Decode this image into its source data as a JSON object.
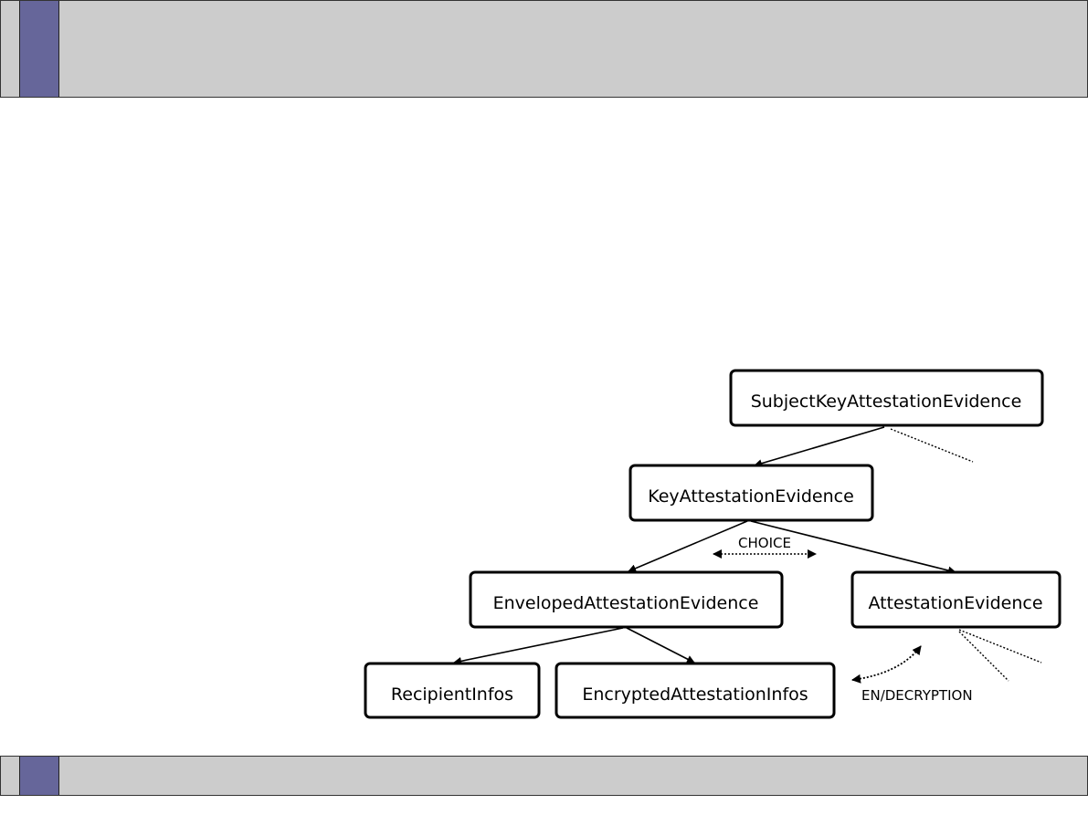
{
  "slide": {
    "header_color": "#cccccc",
    "accent_color": "#66669a"
  },
  "diagram": {
    "nodes": {
      "subject_key_attestation_evidence": "SubjectKeyAttestationEvidence",
      "key_attestation_evidence": "KeyAttestationEvidence",
      "enveloped_attestation_evidence": "EnvelopedAttestationEvidence",
      "attestation_evidence": "AttestationEvidence",
      "recipient_infos": "RecipientInfos",
      "encrypted_attestation_infos": "EncryptedAttestationInfos"
    },
    "annotations": {
      "choice": "CHOICE",
      "en_decryption": "EN/DECRYPTION"
    }
  }
}
